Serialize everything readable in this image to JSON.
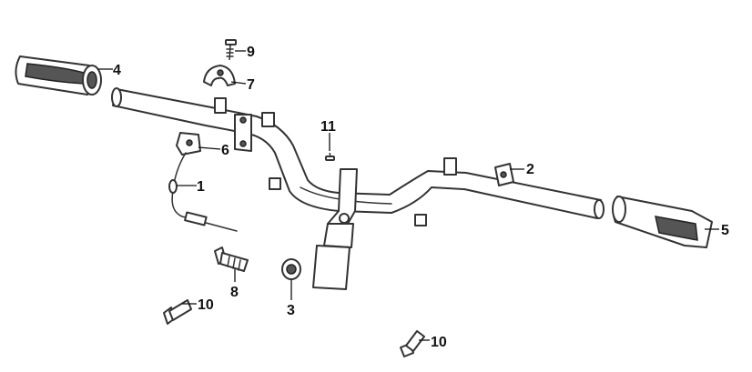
{
  "diagram": {
    "callouts": [
      "1",
      "2",
      "3",
      "4",
      "5",
      "6",
      "7",
      "8",
      "9",
      "10",
      "10",
      "11"
    ]
  }
}
